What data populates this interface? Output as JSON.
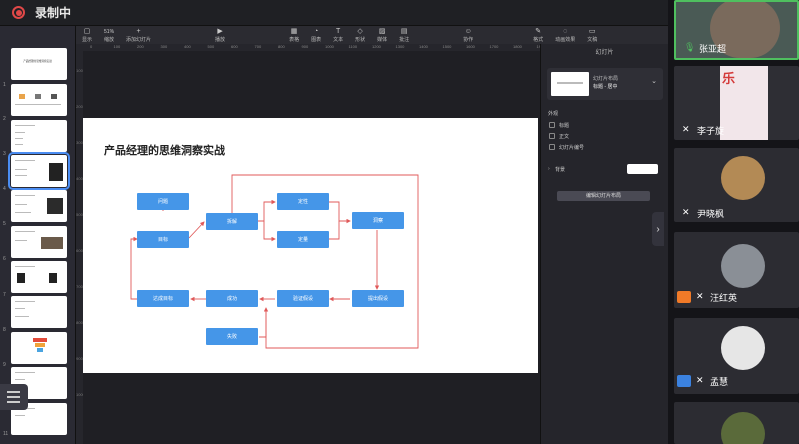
{
  "recording": {
    "title": "录制中"
  },
  "toolbar": {
    "zoom": "51%",
    "items": [
      {
        "label": "显示",
        "icon": "▢"
      },
      {
        "label": "缩放",
        "icon": "51%"
      },
      {
        "label": "添加幻灯片",
        "icon": "+"
      },
      {
        "label": "播放",
        "icon": "▶"
      },
      {
        "label": "表格",
        "icon": "▦"
      },
      {
        "label": "图表",
        "icon": "◔"
      },
      {
        "label": "文本",
        "icon": "T"
      },
      {
        "label": "形状",
        "icon": "◇"
      },
      {
        "label": "媒体",
        "icon": "▨"
      },
      {
        "label": "批注",
        "icon": "▤"
      },
      {
        "label": "协作",
        "icon": "☺"
      },
      {
        "label": "格式",
        "icon": "✎"
      },
      {
        "label": "动画效果",
        "icon": "◌"
      },
      {
        "label": "文稿",
        "icon": "▭"
      }
    ]
  },
  "ruler": {
    "top": [
      "0",
      "100",
      "200",
      "300",
      "400",
      "500",
      "600",
      "700",
      "800",
      "900",
      "1000",
      "1100",
      "1200",
      "1300",
      "1400",
      "1500",
      "1600",
      "1700",
      "1800",
      "1900"
    ],
    "side": [
      "100",
      "200",
      "300",
      "400",
      "500",
      "600",
      "700",
      "800",
      "900",
      "1000"
    ]
  },
  "slide_thumbnails": [
    {
      "num": "1",
      "title": "产品经理的思维洞察实战"
    },
    {
      "num": "2",
      "title": ""
    },
    {
      "num": "3",
      "title": ""
    },
    {
      "num": "4",
      "title": ""
    },
    {
      "num": "5",
      "title": ""
    },
    {
      "num": "6",
      "title": ""
    },
    {
      "num": "7",
      "title": ""
    },
    {
      "num": "8",
      "title": ""
    },
    {
      "num": "9",
      "title": ""
    },
    {
      "num": "10",
      "title": ""
    },
    {
      "num": "11",
      "title": ""
    }
  ],
  "slide": {
    "title": "产品经理的思维洞察实战",
    "nodes": {
      "problem": "问题",
      "goal": "目标",
      "breakdown": "拆解",
      "qualitative": "定性",
      "quantitative": "定量",
      "insight": "洞察",
      "hypothesis": "提出假设",
      "verify": "验证假设",
      "success": "成功",
      "achieve": "达成目标",
      "fail": "失败"
    }
  },
  "panel": {
    "title": "幻灯片",
    "layout_label": "幻灯片布局",
    "layout_value": "标题 - 居中",
    "appearance": "外观",
    "checks": [
      "标题",
      "正文",
      "幻灯片编号"
    ],
    "background": "背景",
    "edit_button": "编辑幻灯片布局",
    "layout_thumb_text": "标题 - 居中"
  },
  "participants": [
    {
      "name": "张亚超"
    },
    {
      "name": "李子旋"
    },
    {
      "name": "尹晓枫"
    },
    {
      "name": "汪红英"
    },
    {
      "name": "孟慧"
    }
  ],
  "colors": {
    "node": "#4596e8",
    "arrow": "#e05a5a",
    "selection": "#4b8df2",
    "rec": "#e04848"
  }
}
